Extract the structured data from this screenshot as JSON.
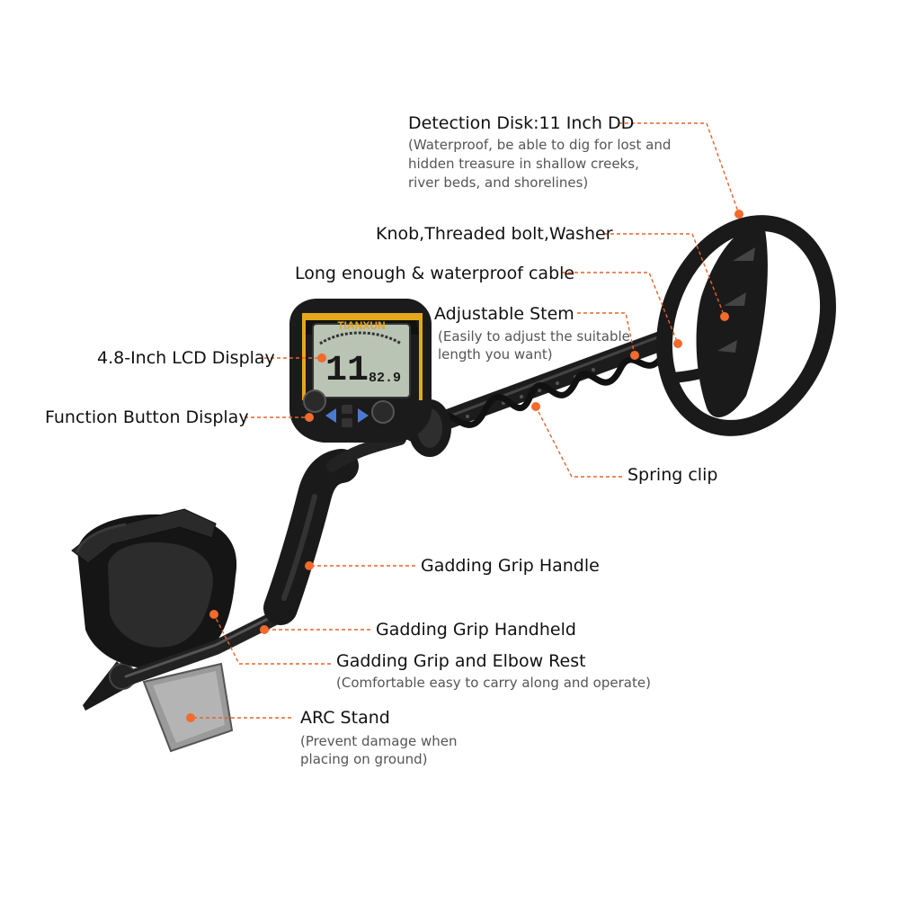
{
  "brand": "TIANXUN",
  "display": {
    "big": "11",
    "small": "82.9"
  },
  "labels": {
    "disk_title": "Detection Disk:11 Inch DD",
    "disk_sub1": "(Waterproof, be able to dig for lost and",
    "disk_sub2": "hidden treasure in shallow creeks,",
    "disk_sub3": "river beds, and shorelines)",
    "knob": "Knob,Threaded bolt,Washer",
    "cable": "Long enough & waterproof cable",
    "stem_title": "Adjustable Stem",
    "stem_sub1": "(Easily to adjust the suitable",
    "stem_sub2": "length you want)",
    "lcd": "4.8-Inch LCD Display",
    "function": "Function Button Display",
    "spring": "Spring clip",
    "grip_handle": "Gadding Grip Handle",
    "grip_handheld": "Gadding Grip Handheld",
    "elbow_title": "Gadding Grip and Elbow Rest",
    "elbow_sub": "(Comfortable easy to carry along and operate)",
    "arc_title": "ARC Stand",
    "arc_sub1": "(Prevent damage when",
    "arc_sub2": "placing on ground)"
  },
  "colors": {
    "accent": "#f26a2c",
    "body": "#1c1c1c",
    "lcd": "#b9c4b4"
  }
}
